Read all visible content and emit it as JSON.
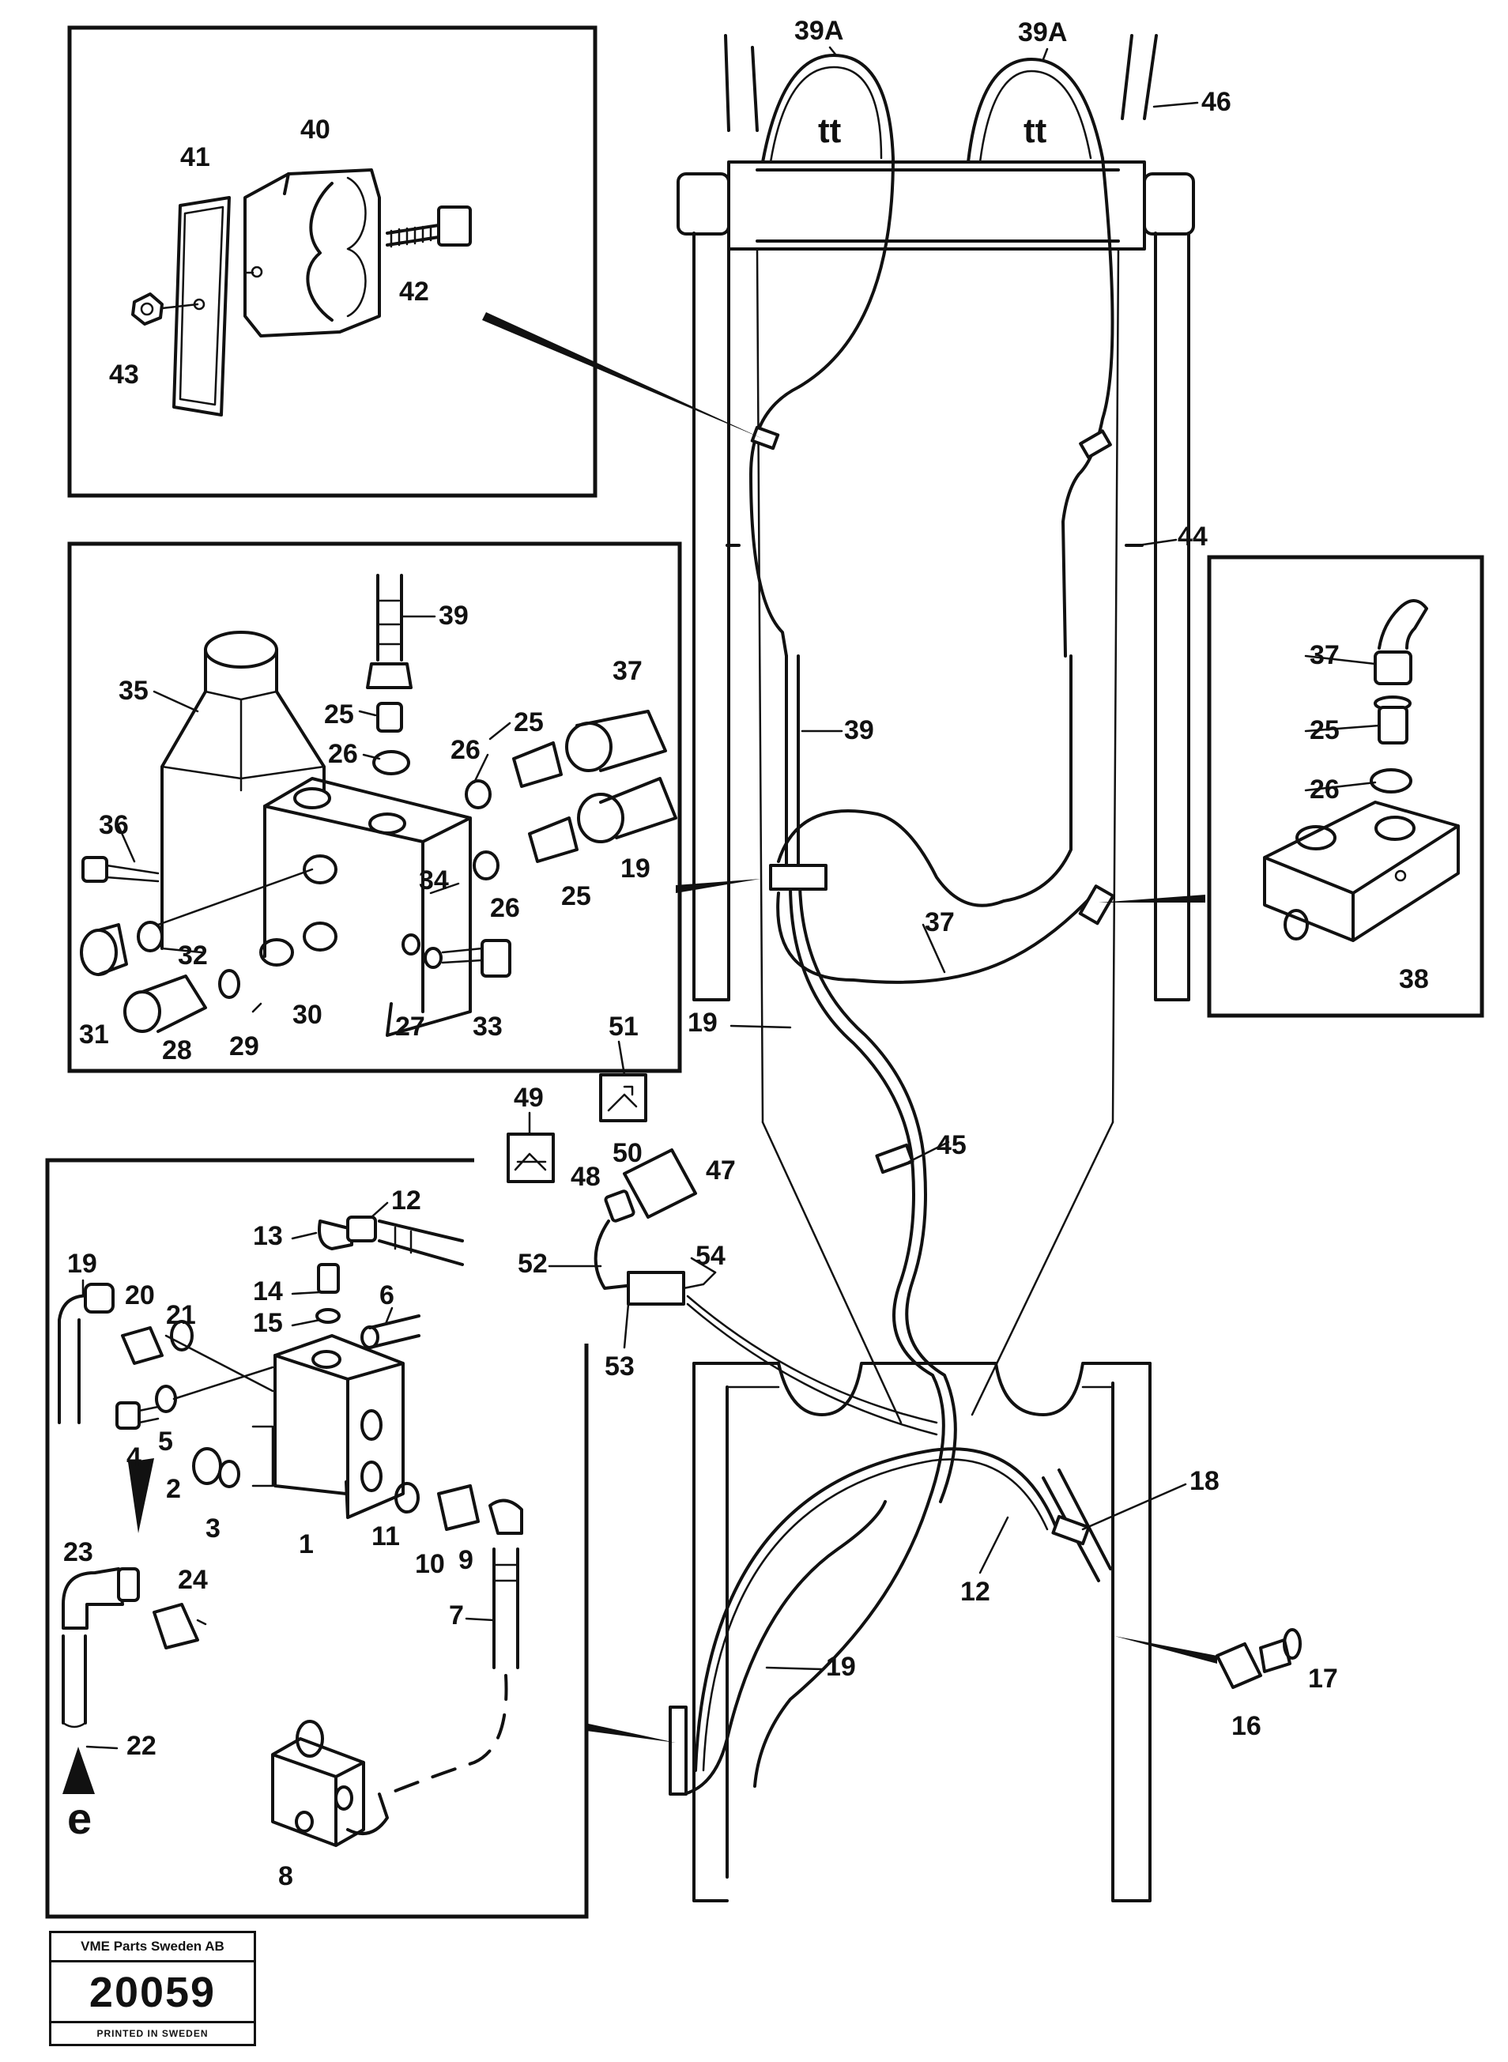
{
  "diagram": {
    "labels": {
      "l1": "1",
      "l2": "2",
      "l3": "3",
      "l4": "4",
      "l5": "5",
      "l6": "6",
      "l7": "7",
      "l8": "8",
      "l9": "9",
      "l10": "10",
      "l11": "11",
      "l12a": "12",
      "l12b": "12",
      "l13": "13",
      "l14": "14",
      "l15": "15",
      "l16": "16",
      "l17": "17",
      "l18": "18",
      "l19a": "19",
      "l19b": "19",
      "l19c": "19",
      "l19d": "19",
      "l20": "20",
      "l21": "21",
      "l22": "22",
      "l23": "23",
      "l24": "24",
      "l25a": "25",
      "l25b": "25",
      "l25c": "25",
      "l25d": "25",
      "l26a": "26",
      "l26b": "26",
      "l26c": "26",
      "l26d": "26",
      "l27": "27",
      "l28": "28",
      "l29": "29",
      "l30": "30",
      "l31": "31",
      "l32": "32",
      "l33": "33",
      "l34": "34",
      "l35": "35",
      "l36": "36",
      "l37a": "37",
      "l37b": "37",
      "l37c": "37",
      "l38": "38",
      "l39a": "39",
      "l39b": "39",
      "l39Aa": "39A",
      "l39Ab": "39A",
      "l40": "40",
      "l41": "41",
      "l42": "42",
      "l43": "43",
      "l44": "44",
      "l45": "45",
      "l46": "46",
      "l47": "47",
      "l48": "48",
      "l49": "49",
      "l50": "50",
      "l51": "51",
      "l52": "52",
      "l53": "53",
      "l54": "54",
      "tt_left": "tt",
      "tt_right": "tt",
      "e": "e"
    }
  },
  "footer": {
    "company": "VME Parts Sweden AB",
    "drawing_number": "20059",
    "printed": "PRINTED IN SWEDEN"
  }
}
